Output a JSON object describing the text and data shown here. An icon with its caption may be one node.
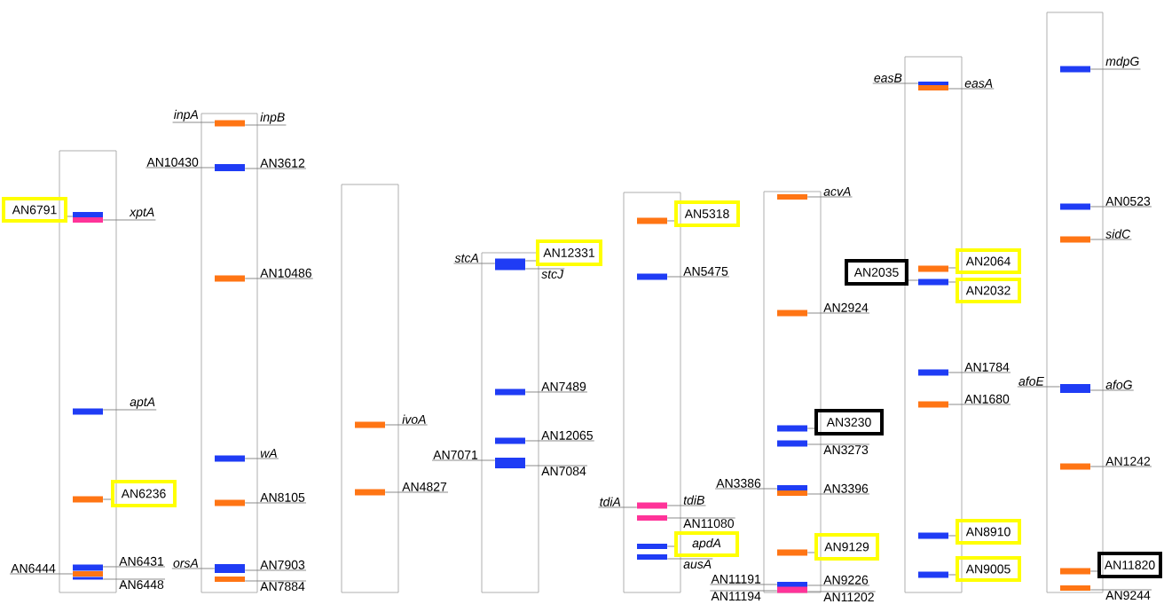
{
  "diagram": {
    "nodes": [
      {
        "text": [],
        "shape": "box"
      },
      {
        "text": [],
        "shape": "bar",
        "in": 0
      },
      {
        "text": [],
        "shape": "bar",
        "in": 0
      },
      {
        "text": [],
        "shape": "bar",
        "in": 0
      },
      {
        "text": [],
        "shape": "bar",
        "in": 0
      },
      {
        "text": [],
        "shape": "bar",
        "in": 0
      },
      {
        "text": [],
        "shape": "bar",
        "in": 0
      },
      {
        "text": [],
        "shape": "bar",
        "in": 0
      },
      {
        "text": [
          "AN6791"
        ]
      },
      {
        "text": [
          "xptA"
        ]
      },
      {
        "text": [
          "aptA"
        ]
      },
      {
        "text": [
          "AN6236"
        ]
      },
      {
        "text": [
          "AN6444"
        ]
      },
      {
        "text": [
          "AN6431"
        ]
      },
      {
        "text": [
          "AN6448"
        ]
      },
      {
        "text": [],
        "shape": "box"
      },
      {
        "text": [],
        "shape": "bar",
        "in": 15
      },
      {
        "text": [],
        "shape": "bar",
        "in": 15
      },
      {
        "text": [],
        "shape": "bar",
        "in": 15
      },
      {
        "text": [],
        "shape": "bar",
        "in": 15
      },
      {
        "text": [],
        "shape": "bar",
        "in": 15
      },
      {
        "text": [],
        "shape": "bar",
        "in": 15
      },
      {
        "text": [],
        "shape": "bar",
        "in": 15
      },
      {
        "text": [
          "inpA"
        ]
      },
      {
        "text": [
          "inpB"
        ]
      },
      {
        "text": [
          "AN10430"
        ]
      },
      {
        "text": [
          "AN3612"
        ]
      },
      {
        "text": [
          "AN10486"
        ]
      },
      {
        "text": [
          "wA"
        ]
      },
      {
        "text": [
          "AN8105"
        ]
      },
      {
        "text": [
          "orsA"
        ]
      },
      {
        "text": [
          "AN7903"
        ]
      },
      {
        "text": [
          "AN7884"
        ]
      },
      {
        "text": [],
        "shape": "box"
      },
      {
        "text": [],
        "shape": "bar",
        "in": 33
      },
      {
        "text": [],
        "shape": "bar",
        "in": 33
      },
      {
        "text": [
          "ivoA"
        ]
      },
      {
        "text": [
          "AN4827"
        ]
      },
      {
        "text": [],
        "shape": "box"
      },
      {
        "text": [],
        "shape": "bar",
        "in": 38
      },
      {
        "text": [],
        "shape": "bar",
        "in": 38
      },
      {
        "text": [],
        "shape": "bar",
        "in": 38
      },
      {
        "text": [],
        "shape": "bar",
        "in": 38
      },
      {
        "text": [
          "stcA"
        ]
      },
      {
        "text": [
          "AN12331"
        ]
      },
      {
        "text": [
          "stcJ"
        ]
      },
      {
        "text": [
          "AN7489"
        ]
      },
      {
        "text": [
          "AN12065"
        ]
      },
      {
        "text": [
          "AN7071"
        ]
      },
      {
        "text": [
          "AN7084"
        ]
      },
      {
        "text": [],
        "shape": "box"
      },
      {
        "text": [],
        "shape": "bar",
        "in": 50
      },
      {
        "text": [],
        "shape": "bar",
        "in": 50
      },
      {
        "text": [],
        "shape": "bar",
        "in": 50
      },
      {
        "text": [],
        "shape": "bar",
        "in": 50
      },
      {
        "text": [],
        "shape": "bar",
        "in": 50
      },
      {
        "text": [],
        "shape": "bar",
        "in": 50
      },
      {
        "text": [
          "AN5318"
        ]
      },
      {
        "text": [
          "AN5475"
        ]
      },
      {
        "text": [
          "tdiA"
        ]
      },
      {
        "text": [
          "tdiB"
        ]
      },
      {
        "text": [
          "AN11080"
        ]
      },
      {
        "text": [
          "apdA"
        ]
      },
      {
        "text": [
          "ausA"
        ]
      },
      {
        "text": [],
        "shape": "box"
      },
      {
        "text": [],
        "shape": "bar",
        "in": 64
      },
      {
        "text": [],
        "shape": "bar",
        "in": 64
      },
      {
        "text": [],
        "shape": "bar",
        "in": 64
      },
      {
        "text": [],
        "shape": "bar",
        "in": 64
      },
      {
        "text": [],
        "shape": "bar",
        "in": 64
      },
      {
        "text": [],
        "shape": "bar",
        "in": 64
      },
      {
        "text": [],
        "shape": "bar",
        "in": 64
      },
      {
        "text": [],
        "shape": "bar",
        "in": 64
      },
      {
        "text": [],
        "shape": "bar",
        "in": 64
      },
      {
        "text": [
          "acvA"
        ]
      },
      {
        "text": [
          "AN2924"
        ]
      },
      {
        "text": [
          "AN3230"
        ]
      },
      {
        "text": [
          "AN3273"
        ]
      },
      {
        "text": [
          "AN3386"
        ]
      },
      {
        "text": [
          "AN3396"
        ]
      },
      {
        "text": [
          "AN9129"
        ]
      },
      {
        "text": [
          "AN11191"
        ]
      },
      {
        "text": [
          "AN11194"
        ]
      },
      {
        "text": [
          "AN9226"
        ]
      },
      {
        "text": [
          "AN11202"
        ]
      },
      {
        "text": [],
        "shape": "box"
      },
      {
        "text": [],
        "shape": "bar",
        "in": 85
      },
      {
        "text": [],
        "shape": "bar",
        "in": 85
      },
      {
        "text": [],
        "shape": "bar",
        "in": 85
      },
      {
        "text": [],
        "shape": "bar",
        "in": 85
      },
      {
        "text": [],
        "shape": "bar",
        "in": 85
      },
      {
        "text": [],
        "shape": "bar",
        "in": 85
      },
      {
        "text": [],
        "shape": "bar",
        "in": 85
      },
      {
        "text": [],
        "shape": "bar",
        "in": 85
      },
      {
        "text": [
          "easB"
        ]
      },
      {
        "text": [
          "easA"
        ]
      },
      {
        "text": [
          "AN2064"
        ]
      },
      {
        "text": [
          "AN2035"
        ]
      },
      {
        "text": [
          "AN2032"
        ]
      },
      {
        "text": [
          "AN1784"
        ]
      },
      {
        "text": [
          "AN1680"
        ]
      },
      {
        "text": [
          "AN8910"
        ]
      },
      {
        "text": [
          "AN9005"
        ]
      },
      {
        "text": [],
        "shape": "box"
      },
      {
        "text": [],
        "shape": "bar",
        "in": 103
      },
      {
        "text": [],
        "shape": "bar",
        "in": 103
      },
      {
        "text": [],
        "shape": "bar",
        "in": 103
      },
      {
        "text": [],
        "shape": "bar",
        "in": 103
      },
      {
        "text": [],
        "shape": "bar",
        "in": 103
      },
      {
        "text": [],
        "shape": "bar",
        "in": 103
      },
      {
        "text": [],
        "shape": "bar",
        "in": 103
      },
      {
        "text": [
          "mdpG"
        ]
      },
      {
        "text": [
          "AN0523"
        ]
      },
      {
        "text": [
          "sidC"
        ]
      },
      {
        "text": [
          "afoE"
        ]
      },
      {
        "text": [
          "afoG"
        ]
      },
      {
        "text": [
          "AN1242"
        ]
      },
      {
        "text": [
          "AN11820"
        ]
      },
      {
        "text": [
          "AN9244"
        ]
      }
    ],
    "edges": [
      {
        "from": 8,
        "to": 1,
        "arrow": "none"
      },
      {
        "from": 9,
        "to": 2,
        "arrow": "none"
      },
      {
        "from": 10,
        "to": 3,
        "arrow": "none"
      },
      {
        "from": 11,
        "to": 4,
        "arrow": "none"
      },
      {
        "from": 12,
        "to": 6,
        "arrow": "none"
      },
      {
        "from": 13,
        "to": 5,
        "arrow": "none"
      },
      {
        "from": 14,
        "to": 7,
        "arrow": "none"
      },
      {
        "from": 23,
        "to": 16,
        "arrow": "none"
      },
      {
        "from": 24,
        "to": 16,
        "arrow": "none"
      },
      {
        "from": 25,
        "to": 17,
        "arrow": "none"
      },
      {
        "from": 26,
        "to": 17,
        "arrow": "none"
      },
      {
        "from": 27,
        "to": 18,
        "arrow": "none"
      },
      {
        "from": 28,
        "to": 19,
        "arrow": "none"
      },
      {
        "from": 29,
        "to": 20,
        "arrow": "none"
      },
      {
        "from": 30,
        "to": 21,
        "arrow": "none"
      },
      {
        "from": 31,
        "to": 21,
        "arrow": "none"
      },
      {
        "from": 32,
        "to": 22,
        "arrow": "none"
      },
      {
        "from": 36,
        "to": 34,
        "arrow": "none"
      },
      {
        "from": 37,
        "to": 35,
        "arrow": "none"
      },
      {
        "from": 43,
        "to": 39,
        "arrow": "none"
      },
      {
        "from": 44,
        "to": 39,
        "arrow": "none"
      },
      {
        "from": 45,
        "to": 39,
        "arrow": "none"
      },
      {
        "from": 46,
        "to": 40,
        "arrow": "none"
      },
      {
        "from": 47,
        "to": 41,
        "arrow": "none"
      },
      {
        "from": 48,
        "to": 42,
        "arrow": "none"
      },
      {
        "from": 49,
        "to": 42,
        "arrow": "none"
      },
      {
        "from": 57,
        "to": 51,
        "arrow": "none"
      },
      {
        "from": 58,
        "to": 52,
        "arrow": "none"
      },
      {
        "from": 59,
        "to": 53,
        "arrow": "none"
      },
      {
        "from": 60,
        "to": 53,
        "arrow": "none"
      },
      {
        "from": 61,
        "to": 54,
        "arrow": "none"
      },
      {
        "from": 62,
        "to": 55,
        "arrow": "none"
      },
      {
        "from": 63,
        "to": 56,
        "arrow": "none"
      },
      {
        "from": 74,
        "to": 65,
        "arrow": "none"
      },
      {
        "from": 75,
        "to": 66,
        "arrow": "none"
      },
      {
        "from": 76,
        "to": 67,
        "arrow": "none"
      },
      {
        "from": 77,
        "to": 68,
        "arrow": "none"
      },
      {
        "from": 78,
        "to": 69,
        "arrow": "none"
      },
      {
        "from": 79,
        "to": 70,
        "arrow": "none"
      },
      {
        "from": 80,
        "to": 71,
        "arrow": "none"
      },
      {
        "from": 81,
        "to": 72,
        "arrow": "none"
      },
      {
        "from": 82,
        "to": 73,
        "arrow": "none"
      },
      {
        "from": 83,
        "to": 72,
        "arrow": "none"
      },
      {
        "from": 84,
        "to": 73,
        "arrow": "none"
      },
      {
        "from": 94,
        "to": 86,
        "arrow": "none"
      },
      {
        "from": 95,
        "to": 87,
        "arrow": "none"
      },
      {
        "from": 96,
        "to": 88,
        "arrow": "none"
      },
      {
        "from": 97,
        "to": 89,
        "arrow": "none"
      },
      {
        "from": 98,
        "to": 89,
        "arrow": "none"
      },
      {
        "from": 99,
        "to": 90,
        "arrow": "none"
      },
      {
        "from": 100,
        "to": 91,
        "arrow": "none"
      },
      {
        "from": 101,
        "to": 92,
        "arrow": "none"
      },
      {
        "from": 102,
        "to": 93,
        "arrow": "none"
      },
      {
        "from": 111,
        "to": 104,
        "arrow": "none"
      },
      {
        "from": 112,
        "to": 105,
        "arrow": "none"
      },
      {
        "from": 113,
        "to": 106,
        "arrow": "none"
      },
      {
        "from": 114,
        "to": 107,
        "arrow": "none"
      },
      {
        "from": 115,
        "to": 107,
        "arrow": "none"
      },
      {
        "from": 116,
        "to": 108,
        "arrow": "none"
      },
      {
        "from": 117,
        "to": 109,
        "arrow": "none"
      },
      {
        "from": 118,
        "to": 110,
        "arrow": "none"
      }
    ]
  }
}
